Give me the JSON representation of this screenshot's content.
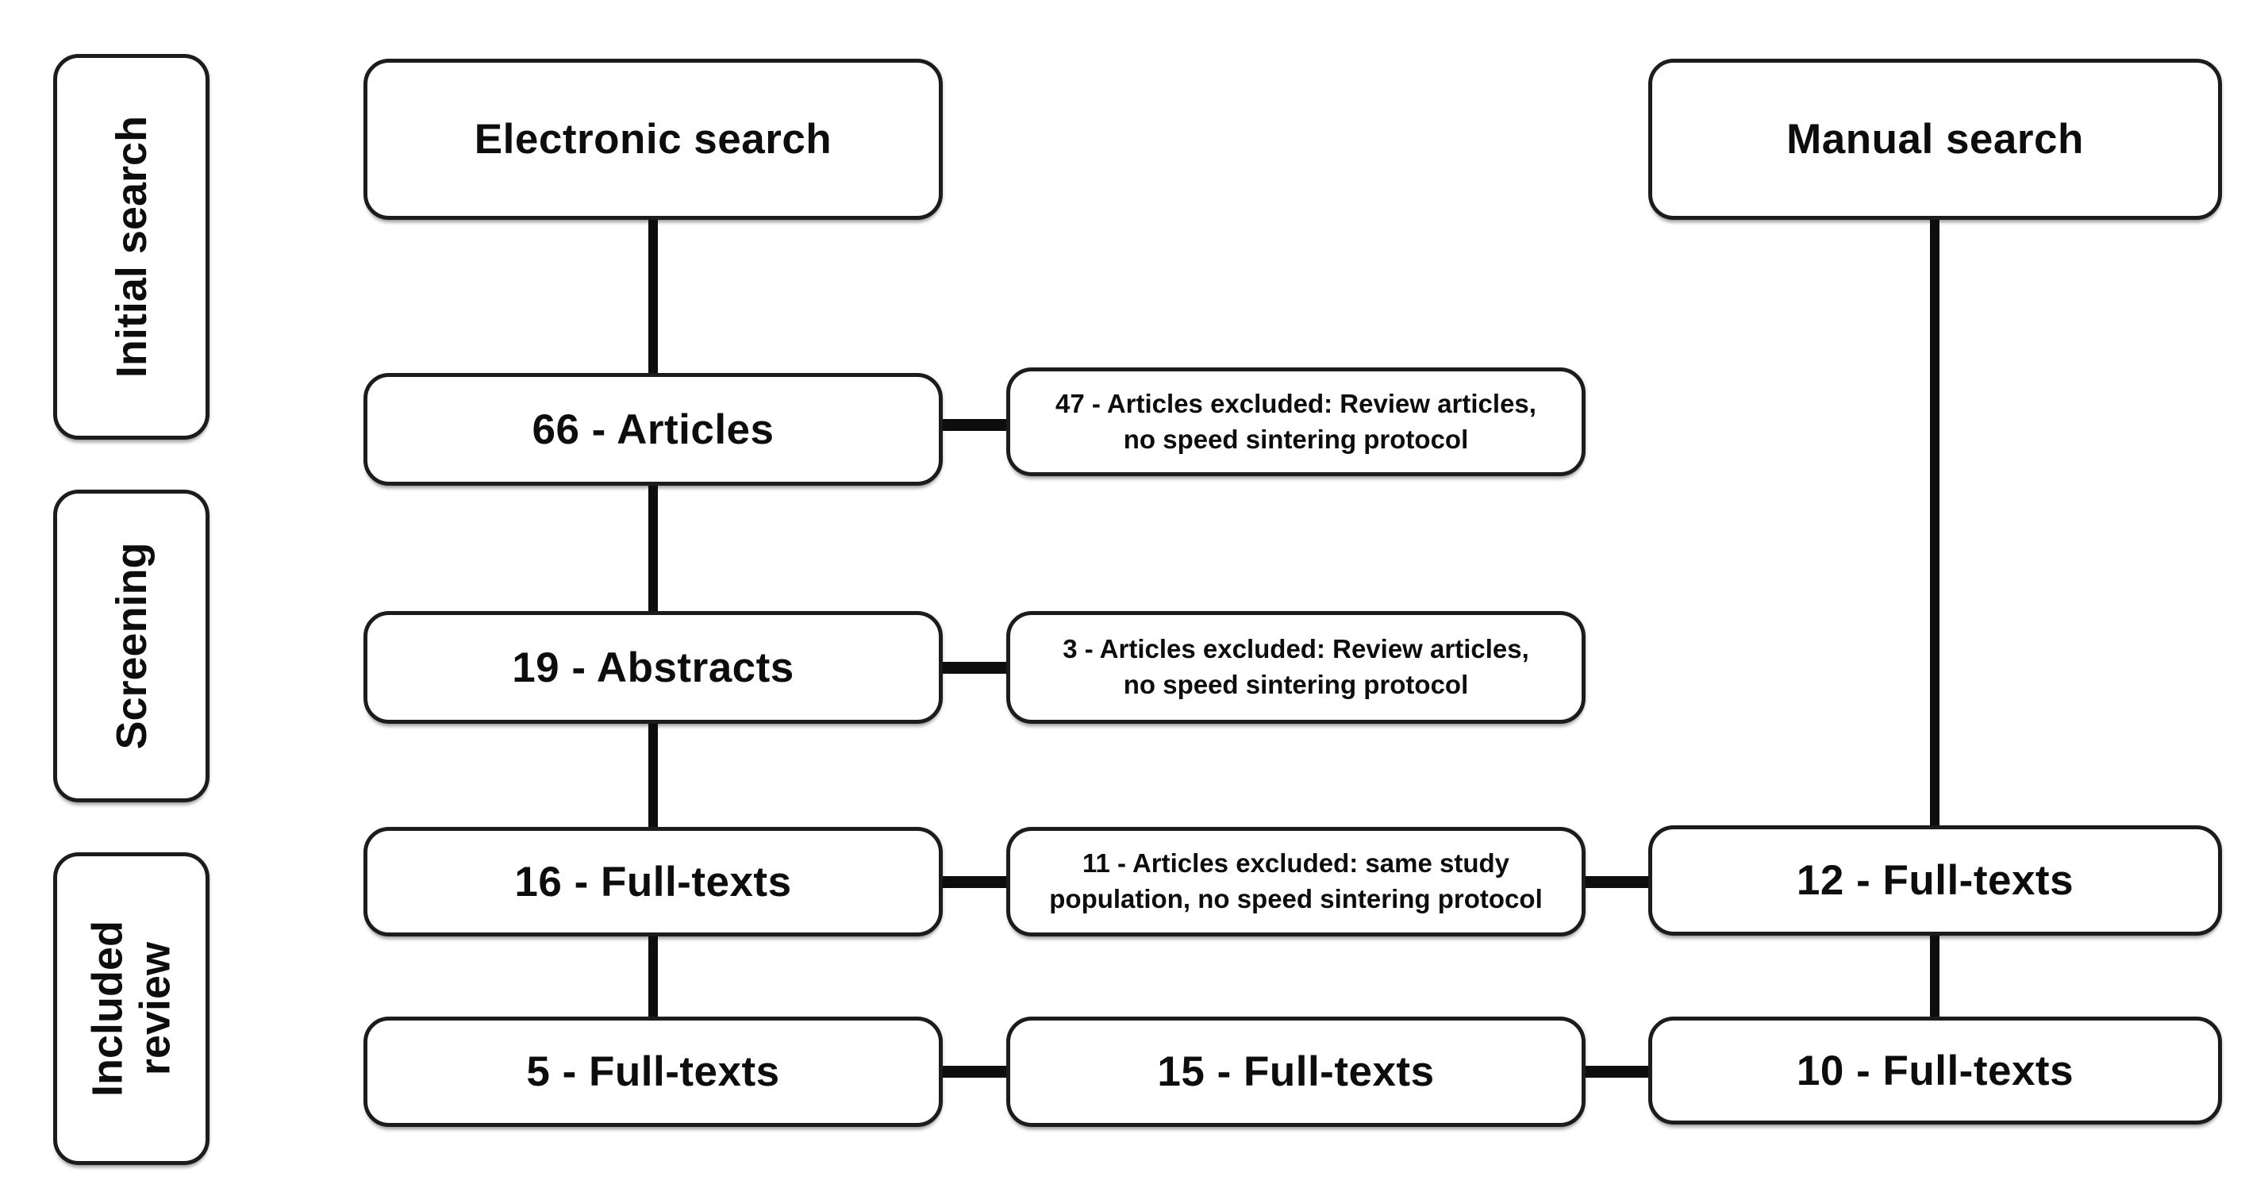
{
  "diagram": {
    "stages": [
      {
        "label": "Initial search"
      },
      {
        "label": "Screening"
      },
      {
        "label": "Included review"
      }
    ],
    "electronic_column": {
      "source": "Electronic search",
      "articles": "66 - Articles",
      "abstracts": "19 - Abstracts",
      "fulltexts": "16 - Full-texts",
      "included": "5 - Full-texts"
    },
    "middle_column": {
      "included": "15 - Full-texts"
    },
    "manual_column": {
      "source": "Manual search",
      "fulltexts": "12 - Full-texts",
      "included": "10 - Full-texts"
    },
    "exclusions": [
      {
        "lines": [
          "47 - Articles excluded: Review articles,",
          "no speed sintering protocol"
        ]
      },
      {
        "lines": [
          "3 - Articles excluded: Review articles,",
          "no speed sintering protocol"
        ]
      },
      {
        "lines": [
          "11 - Articles excluded: same study",
          "population, no speed sintering protocol"
        ]
      }
    ],
    "colors": {
      "background": "#ffffff",
      "box_fill": "#ffffff",
      "box_border": "#1c1c1c",
      "text": "#0d0d0d",
      "connector": "#0d0d0d"
    }
  }
}
